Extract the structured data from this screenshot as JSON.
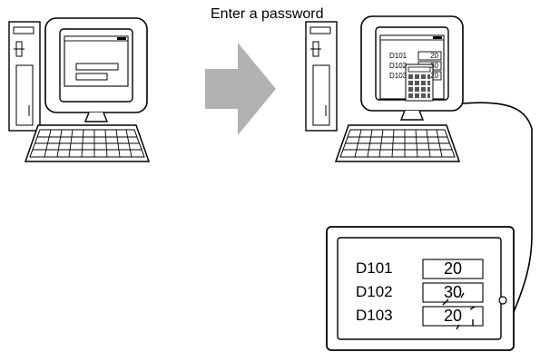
{
  "title": "Enter a password",
  "small_screen": {
    "rows": [
      {
        "tag": "D101",
        "value": "20"
      },
      {
        "tag": "D102",
        "value": "30"
      },
      {
        "tag": "D103",
        "value": "20"
      }
    ]
  },
  "panel": {
    "rows": [
      {
        "tag": "D101",
        "value": "20"
      },
      {
        "tag": "D102",
        "value": "30"
      },
      {
        "tag": "D103",
        "value": "20"
      }
    ]
  },
  "colors": {
    "arrow": "#b2b2b2",
    "line": "#000000",
    "fill": "#ffffff"
  }
}
